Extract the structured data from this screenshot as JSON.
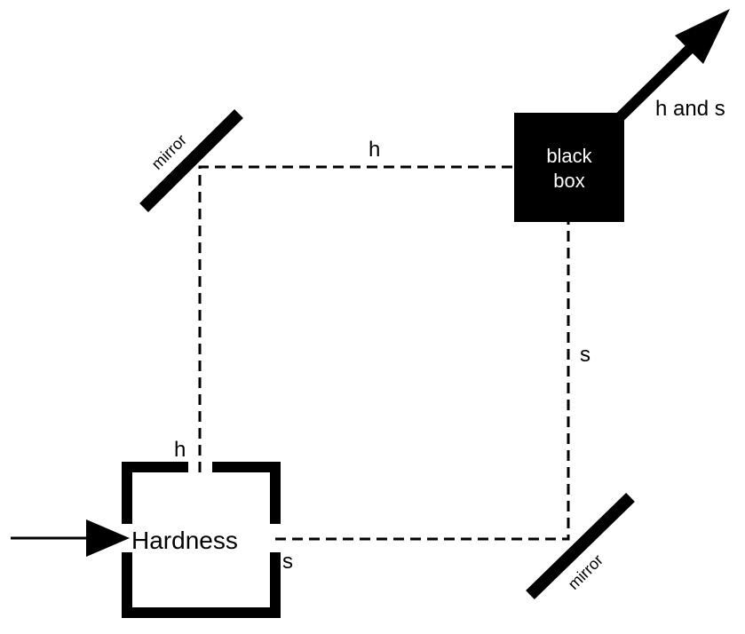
{
  "diagram": {
    "title": "",
    "colors": {
      "ink": "#000000",
      "background": "#ffffff",
      "box_text": "#ffffff"
    },
    "nodes": {
      "hardness_box": {
        "label": "Hardness"
      },
      "black_box": {
        "label_line1": "black",
        "label_line2": "box"
      },
      "mirror_top_left": {
        "label": "mirror"
      },
      "mirror_bottom_right": {
        "label": "mirror"
      }
    },
    "paths": {
      "h_path_vertical_label": "h",
      "h_path_horizontal_label": "h",
      "s_path_horizontal_label": "s",
      "s_path_vertical_label": "s",
      "output_label": "h and s"
    }
  }
}
